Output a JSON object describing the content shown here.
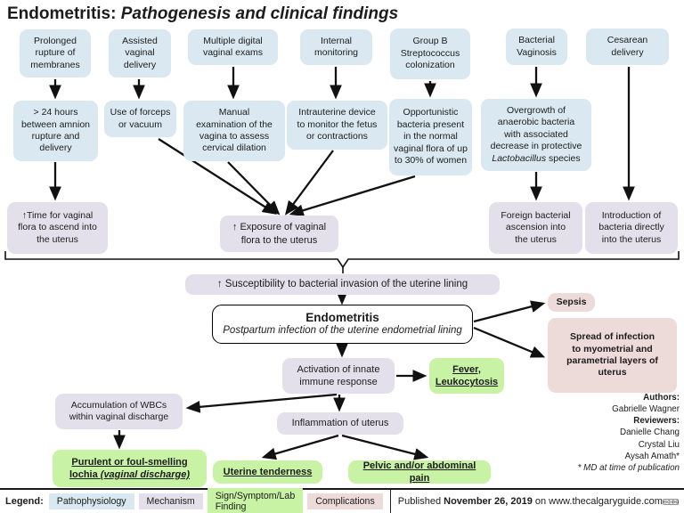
{
  "title": {
    "main": "Endometritis: ",
    "sub": "Pathogenesis and clinical findings"
  },
  "colors": {
    "pathophysiology": "#d9e8f1",
    "mechanism": "#e4e0eb",
    "sign_symptom": "#c8f2a4",
    "complication": "#eddbd9",
    "arrow": "#111111"
  },
  "boxes": {
    "prolonged_rupture": "Prolonged\nrupture of\nmembranes",
    "assisted_delivery": "Assisted\nvaginal\ndelivery",
    "digital_exams": "Multiple digital\nvaginal exams",
    "internal_monitoring": "Internal\nmonitoring",
    "gbs_colonization": "Group B\nStreptococcus\ncolonization",
    "bacterial_vaginosis": "Bacterial\nVaginosis",
    "cesarean_delivery": "Cesarean\ndelivery",
    "hours_24": "> 24 hours\nbetween amnion\nrupture and\ndelivery",
    "forceps": "Use of forceps\nor vacuum",
    "manual_exam": "Manual\nexamination of the\nvagina to assess\ncervical dilation",
    "intrauterine_device": "Intrauterine device\nto monitor the fetus\nor contractions",
    "opportunistic": "Opportunistic\nbacteria present\nin the normal\nvaginal flora of up\nto 30% of women",
    "overgrowth_pre": "Overgrowth of\nanaerobic bacteria\nwith associated\ndecrease in protective\n",
    "overgrowth_italic": "Lactobacillus",
    "overgrowth_post": " species",
    "time_vaginal_flora": "↑Time for vaginal\nflora to ascend into\nthe uterus",
    "exposure": "↑ Exposure of vaginal\nflora to the uterus",
    "foreign_ascension": "Foreign bacterial\nascension into\nthe uterus",
    "introduction_bacteria": "Introduction of\nbacteria directly\ninto the uterus",
    "susceptibility": "↑ Susceptibility to bacterial invasion of the uterine lining",
    "sepsis": "Sepsis",
    "spread": "Spread of infection\nto myometrial and\nparametrial layers of\nuterus",
    "activation": "Activation of innate\nimmune response",
    "fever": "Fever,\nLeukocytosis",
    "wbc": "Accumulation of WBCs\nwithin vaginal discharge",
    "inflammation": "Inflammation of uterus",
    "lochia_pre": "Purulent or foul-smelling\nlochia ",
    "lochia_italic": "(vaginal discharge)",
    "uterine_tenderness": "Uterine tenderness",
    "pelvic_pain": "Pelvic and/or abdominal pain"
  },
  "endometritis": {
    "title": "Endometritis",
    "subtitle": "Postpartum infection of the uterine endometrial lining"
  },
  "authors": {
    "authors_heading": "Authors:",
    "author1": "Gabrielle Wagner",
    "reviewers_heading": "Reviewers:",
    "reviewer1": "Danielle Chang",
    "reviewer2": "Crystal Liu",
    "reviewer3": "Aysah Amath*",
    "footnote": "* MD at time of publication"
  },
  "footer": {
    "legend_label": "Legend:",
    "pathophysiology": "Pathophysiology",
    "mechanism": "Mechanism",
    "sign_symptom": "Sign/Symptom/Lab Finding",
    "complications": "Complications",
    "published_prefix": "Published ",
    "published_date": "November 26, 2019",
    "published_suffix": " on www.thecalgaryguide.com",
    "license": "cc by nc sa"
  }
}
